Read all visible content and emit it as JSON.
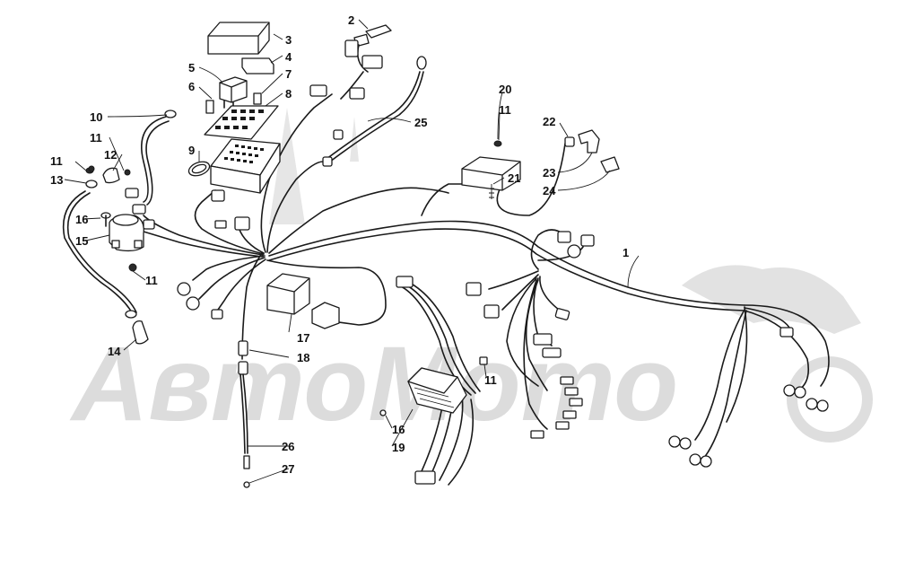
{
  "watermark": {
    "text": "АвтоМото"
  },
  "callouts": {
    "c1": "1",
    "c2": "2",
    "c3": "3",
    "c4": "4",
    "c5": "5",
    "c6": "6",
    "c7": "7",
    "c8": "8",
    "c9": "9",
    "c10": "10",
    "c11a": "11",
    "c11b": "11",
    "c11c": "11",
    "c11d": "11",
    "c11e": "11",
    "c12": "12",
    "c13": "13",
    "c14": "14",
    "c15": "15",
    "c16a": "16",
    "c16b": "16",
    "c17": "17",
    "c18": "18",
    "c19": "19",
    "c20": "20",
    "c21": "21",
    "c22": "22",
    "c23": "23",
    "c24": "24",
    "c25": "25",
    "c26": "26",
    "c27": "27"
  }
}
